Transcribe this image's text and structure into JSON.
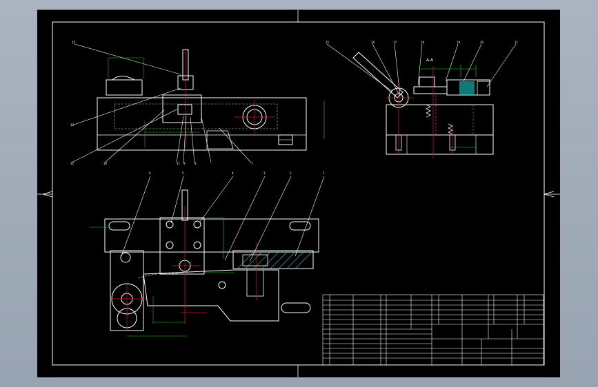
{
  "view_title": "A-A",
  "top_callouts": [
    "14",
    "13",
    "12"
  ],
  "mid_callouts": [
    "10",
    "11",
    "9",
    "8",
    "7"
  ],
  "bottom_callouts": [
    "6",
    "5",
    "4",
    "3",
    "2",
    "1"
  ],
  "right_callouts": [
    "15",
    "16",
    "17",
    "18",
    "19",
    "20",
    "21"
  ],
  "note_text": "",
  "title_block_rows": [
    "",
    "",
    "",
    "",
    "",
    "",
    "",
    "",
    "",
    "",
    "",
    "",
    ""
  ],
  "colors": {
    "line": "#ffffff",
    "dim": "#19d419",
    "center": "#e0141e",
    "hidden": "#d21ed2",
    "hatch": "#1ec8c8",
    "frame": "#ffffff"
  }
}
